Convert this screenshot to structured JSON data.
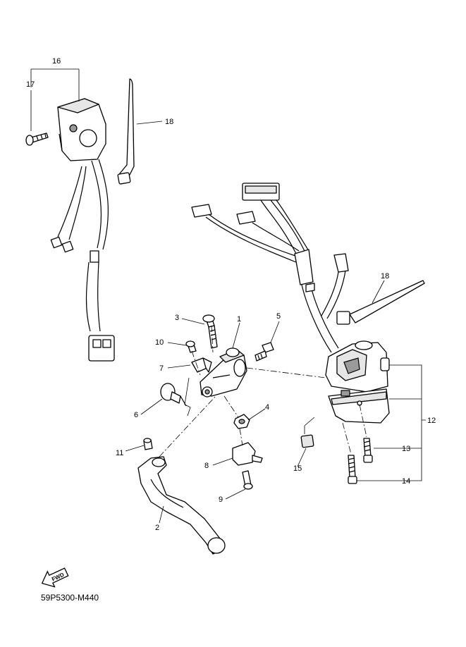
{
  "diagram": {
    "callouts": [
      {
        "id": "c1",
        "text": "1"
      },
      {
        "id": "c2",
        "text": "2"
      },
      {
        "id": "c3",
        "text": "3"
      },
      {
        "id": "c4",
        "text": "4"
      },
      {
        "id": "c5",
        "text": "5"
      },
      {
        "id": "c6",
        "text": "6"
      },
      {
        "id": "c7",
        "text": "7"
      },
      {
        "id": "c8",
        "text": "8"
      },
      {
        "id": "c9",
        "text": "9"
      },
      {
        "id": "c10",
        "text": "10"
      },
      {
        "id": "c11",
        "text": "11"
      },
      {
        "id": "c12",
        "text": "12"
      },
      {
        "id": "c13",
        "text": "13"
      },
      {
        "id": "c14",
        "text": "14"
      },
      {
        "id": "c15",
        "text": "15"
      },
      {
        "id": "c16",
        "text": "16"
      },
      {
        "id": "c17",
        "text": "17"
      },
      {
        "id": "c18a",
        "text": "18"
      },
      {
        "id": "c18b",
        "text": "18"
      }
    ],
    "fwd_label": "FWD",
    "diagram_code": "59P5300-M440"
  }
}
